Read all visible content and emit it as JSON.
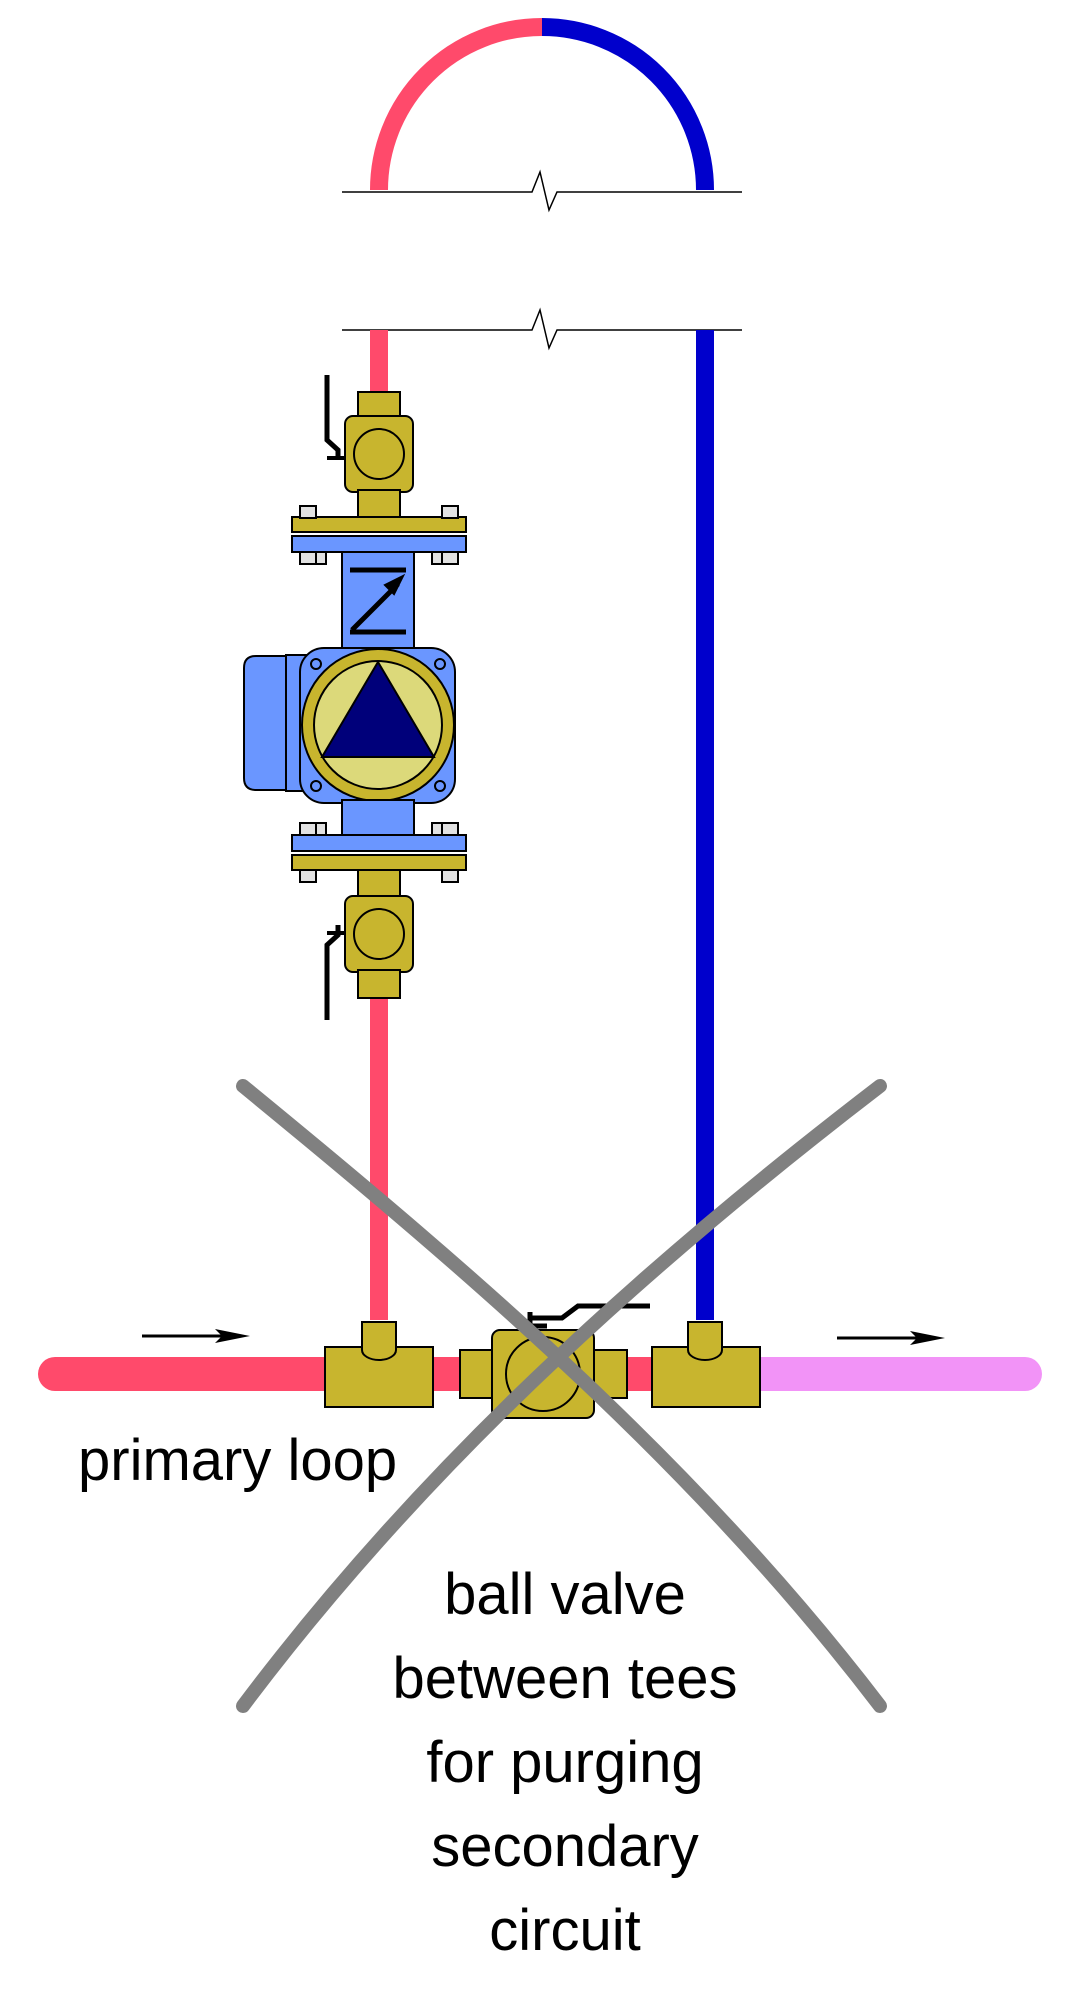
{
  "labels": {
    "primary_loop": "primary loop",
    "note_lines": [
      "ball valve",
      "between tees",
      "for purging",
      "secondary",
      "circuit"
    ]
  },
  "colors": {
    "supply_pipe": "#ff4a6b",
    "return_pipe": "#0000cc",
    "outlet_pipe": "#f293f7",
    "fitting": "#c8b52e",
    "pump_body": "#6a96ff",
    "pump_face": "#dcd97a",
    "pump_triangle": "#00007a",
    "cross_out": "#808080",
    "text": "#000000"
  },
  "icons": {
    "pump": "circulator-pump-icon",
    "isolation_valve": "ball-valve-icon",
    "tee": "pipe-tee-icon",
    "flow_arrow": "flow-arrow-icon",
    "break_mark": "pipe-break-icon",
    "cross_out": "x-mark-icon"
  }
}
